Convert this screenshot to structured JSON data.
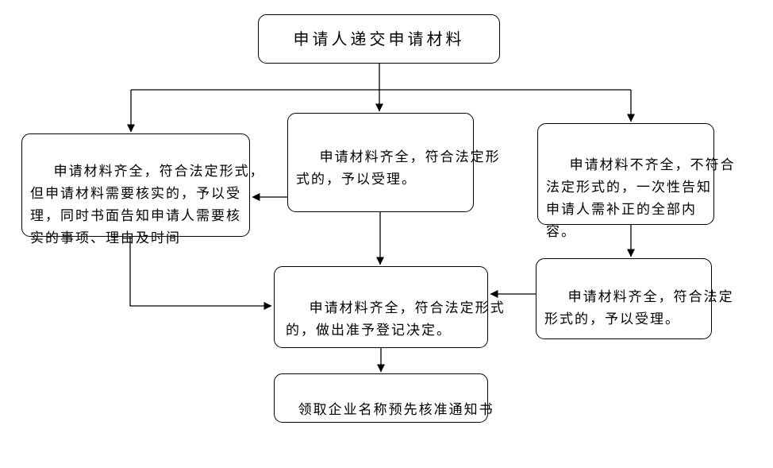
{
  "diagram": {
    "type": "flowchart",
    "colors": {
      "background": "#ffffff",
      "node_fill": "#ffffff",
      "node_border": "#000000",
      "line": "#000000",
      "text": "#000000"
    },
    "nodes": {
      "start": {
        "label": "申请人递交申请材料"
      },
      "verify_needed": {
        "label": "申请材料齐全，符合法定形式，\n但申请材料需要核实的，予以受\n理，同时书面告知申请人需要核\n实的事项、理由及时间"
      },
      "accept_complete": {
        "label": "申请材料齐全，符合法定形\n式的，予以受理。"
      },
      "incomplete_notify": {
        "label": "申请材料不齐全，不符合\n法定形式的，一次性告知\n申请人需补正的全部内\n容。"
      },
      "accept_after_correction": {
        "label": "申请材料齐全，符合法定\n形式的，予以受理。"
      },
      "approve_decision": {
        "label": "申请材料齐全，符合法定形式\n的，做出准予登记决定。"
      },
      "receive_notice": {
        "label": "领取企业名称预先核准通知书"
      }
    },
    "edges": [
      {
        "from": "start",
        "to": "verify_needed"
      },
      {
        "from": "start",
        "to": "accept_complete"
      },
      {
        "from": "start",
        "to": "incomplete_notify"
      },
      {
        "from": "accept_complete",
        "to": "verify_needed"
      },
      {
        "from": "accept_complete",
        "to": "approve_decision"
      },
      {
        "from": "verify_needed",
        "to": "approve_decision"
      },
      {
        "from": "incomplete_notify",
        "to": "accept_after_correction"
      },
      {
        "from": "accept_after_correction",
        "to": "approve_decision"
      },
      {
        "from": "approve_decision",
        "to": "receive_notice"
      }
    ]
  }
}
